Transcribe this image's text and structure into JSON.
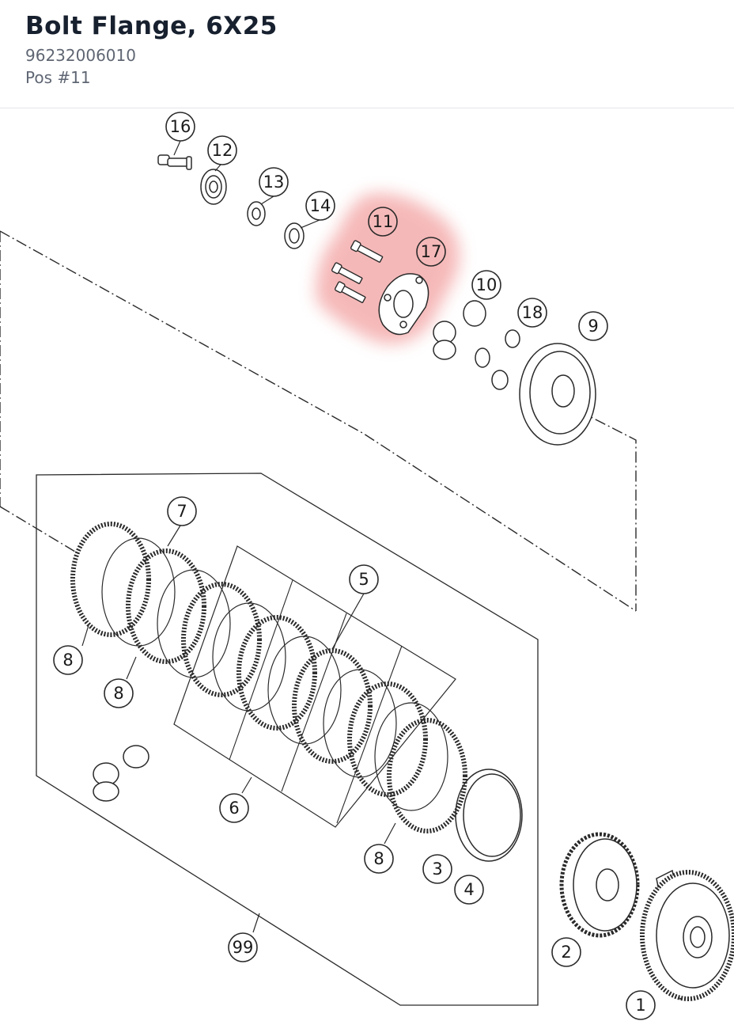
{
  "part": {
    "name": "Bolt Flange, 6X25",
    "number": "96232006010",
    "position": "Pos #11"
  },
  "diagram": {
    "highlight_color": "#f08a8a",
    "line_color": "#2a2a2a",
    "highlighted_callouts": [
      "11",
      "17"
    ],
    "callouts": [
      "16",
      "12",
      "13",
      "14",
      "11",
      "17",
      "10",
      "18",
      "9",
      "7",
      "5",
      "8",
      "8",
      "6",
      "8",
      "3",
      "4",
      "99",
      "2",
      "1"
    ]
  }
}
